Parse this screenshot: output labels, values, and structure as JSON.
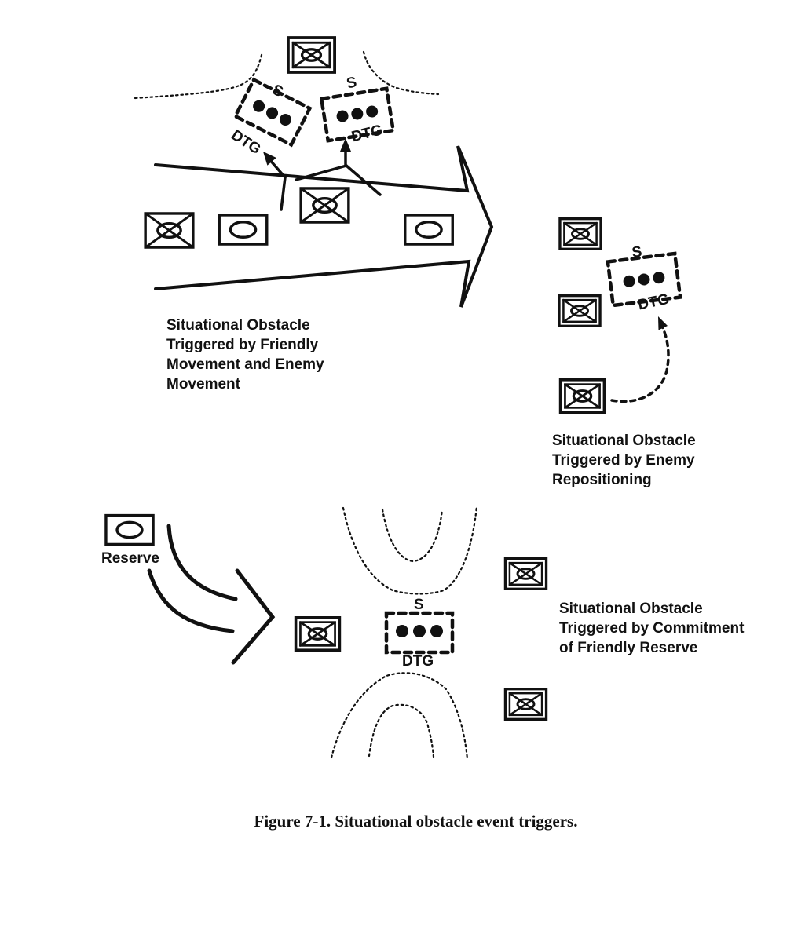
{
  "page": {
    "background_color": "#ffffff",
    "ink_color": "#111111"
  },
  "figure_caption": "Figure 7-1. Situational obstacle event triggers.",
  "obstacle": {
    "situational_label": "S",
    "datetime_label": "DTG"
  },
  "symbols": {
    "enemy_unit_icon": "double-framed-box-with-x-and-oval",
    "friendly_mech_unit_icon": "box-with-x-and-oval",
    "friendly_armor_unit_icon": "box-with-oval",
    "situational_obstacle_icon": "dashed-box-with-three-dots",
    "axis_of_advance_icon": "large-open-arrow",
    "terrain_icon": "dotted-contour-lines"
  },
  "scenario_friendly_enemy_movement": {
    "caption_lines": [
      "Situational Obstacle",
      "Triggered by Friendly",
      "Movement and Enemy",
      "Movement"
    ]
  },
  "scenario_enemy_repositioning": {
    "caption_lines": [
      "Situational Obstacle",
      "Triggered by Enemy",
      "Repositioning"
    ]
  },
  "scenario_friendly_reserve": {
    "caption_lines": [
      "Situational Obstacle",
      "Triggered by Commitment",
      "of Friendly Reserve"
    ],
    "reserve_label": "Reserve"
  }
}
